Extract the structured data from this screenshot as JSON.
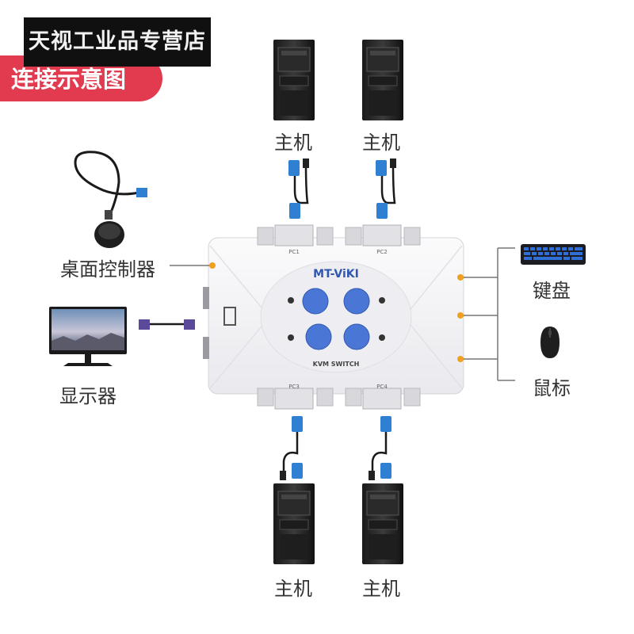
{
  "store_banner": "天视工业品专营店",
  "title": "连接示意图",
  "labels": {
    "pc_top_left": "主机",
    "pc_top_right": "主机",
    "pc_bottom_left": "主机",
    "pc_bottom_right": "主机",
    "desktop_controller": "桌面控制器",
    "monitor": "显示器",
    "keyboard": "键盘",
    "mouse": "鼠标"
  },
  "switch": {
    "brand": "MT-ViKI",
    "model_text": "KVM SWITCH",
    "ports": [
      "PC1",
      "PC2",
      "PC3",
      "PC4"
    ]
  },
  "colors": {
    "title_tab": "#e23a4f",
    "connector_blue": "#2f7fd3",
    "indicator_orange": "#f0a020",
    "button_blue": "#4a76d6",
    "switch_body": "#f3f3f5"
  },
  "icons": [
    "pc-tower-icon",
    "vga-cable-icon",
    "monitor-icon",
    "keyboard-icon",
    "mouse-icon",
    "desktop-controller-icon"
  ]
}
